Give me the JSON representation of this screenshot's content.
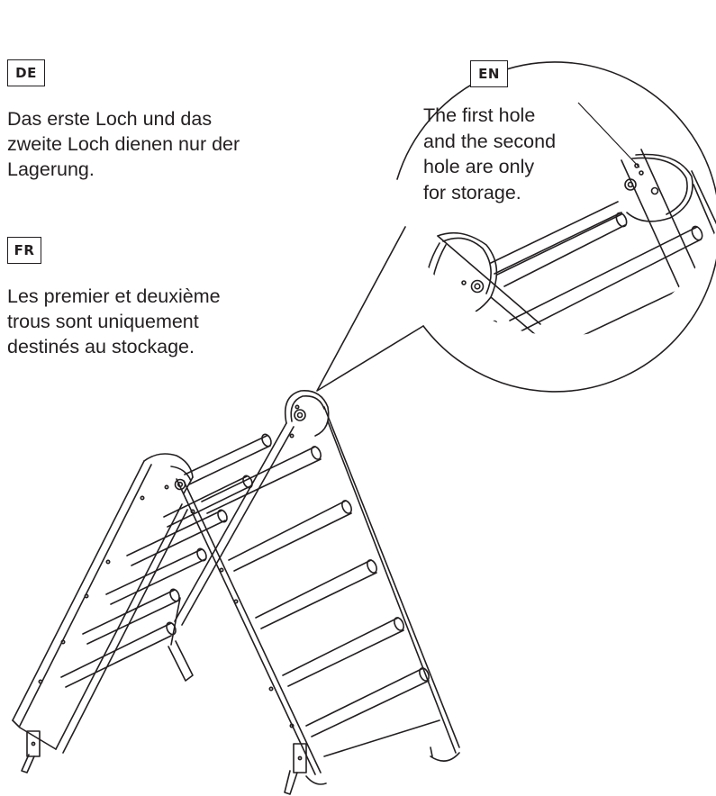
{
  "languages": {
    "de": {
      "badge": "DE",
      "text": "Das erste Loch und das\nzweite Loch dienen nur der\nLagerung."
    },
    "fr": {
      "badge": "FR",
      "text": "Les premier et deuxième\ntrous sont uniquement\ndestinés au stockage."
    },
    "en": {
      "badge": "EN",
      "text": "The first hole\nand the second\nhole are only\nfor storage."
    }
  },
  "colors": {
    "line": "#231f20",
    "background": "#ffffff"
  }
}
